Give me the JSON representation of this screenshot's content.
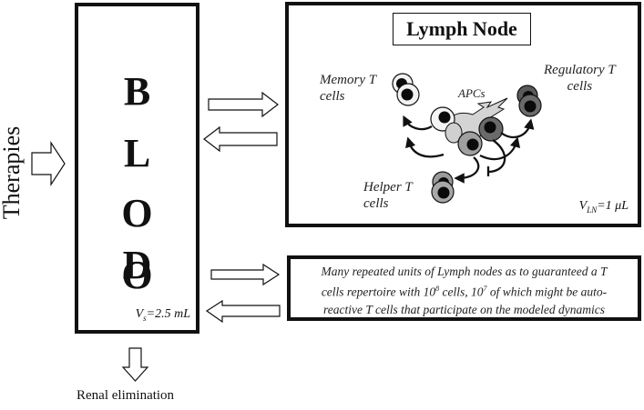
{
  "blood": {
    "letters": [
      "B",
      "L",
      "O",
      "O",
      "D"
    ],
    "volume_var": "V",
    "volume_sub": "s",
    "volume_value": "=2.5 mL"
  },
  "therapies": {
    "label": "Therapies"
  },
  "renal": {
    "label": "Renal elimination"
  },
  "lymph_node": {
    "title": "Lymph Node",
    "apc_label": "APCs",
    "cells": [
      {
        "line1": "Memory T",
        "line2": "cells"
      },
      {
        "line1": "Regulatory T",
        "line2": "cells"
      },
      {
        "line1": "Helper T",
        "line2": "cells"
      }
    ],
    "volume_var": "V",
    "volume_sub": "LN",
    "volume_value": "=1 μL"
  },
  "repertoire": {
    "line1": "Many repeated units of Lymph nodes as to guaranteed a T",
    "line2_a": "cells repertoire with 10",
    "line2_sup1": "8",
    "line2_b": " cells, 10",
    "line2_sup2": "7",
    "line2_c": " of which might be auto-",
    "line3": "reactive T cells that participate on the modeled dynamics"
  },
  "colors": {
    "stroke": "#111111",
    "memory_cell": "#f2f2f2",
    "regulatory_cell": "#5a5a5a",
    "helper_cell": "#9a9a9a",
    "apc_body": "#d4d4d4",
    "nucleus": "#0a0a0a"
  }
}
